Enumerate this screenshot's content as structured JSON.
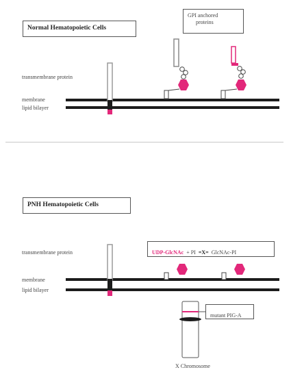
{
  "top_panel": {
    "title": "Normal Hematopoietic Cells",
    "gpi_label": [
      "GPI anchored",
      "proteins"
    ],
    "transmembrane_label": "transmembrane protein",
    "membrane_label": "membrane",
    "lipid_label": "lipid bilayer"
  },
  "bottom_panel": {
    "title": "PNH Hematopoietic Cells",
    "transmembrane_label": "transmembrane protein",
    "membrane_label": "membrane",
    "lipid_label": "lipid bilayer",
    "reaction": {
      "substrate": "UDP-GlcNAc",
      "middle": "+ PI",
      "arrow": "=X=",
      "product": "GlcNAc-PI"
    },
    "mutation_label": "mutant PIG-A",
    "chromosome_label": "X Chromosome"
  },
  "colors": {
    "accent": "#e2287a",
    "membrane": "#1c1c1c",
    "protein_gray": "#9a9a9a"
  }
}
